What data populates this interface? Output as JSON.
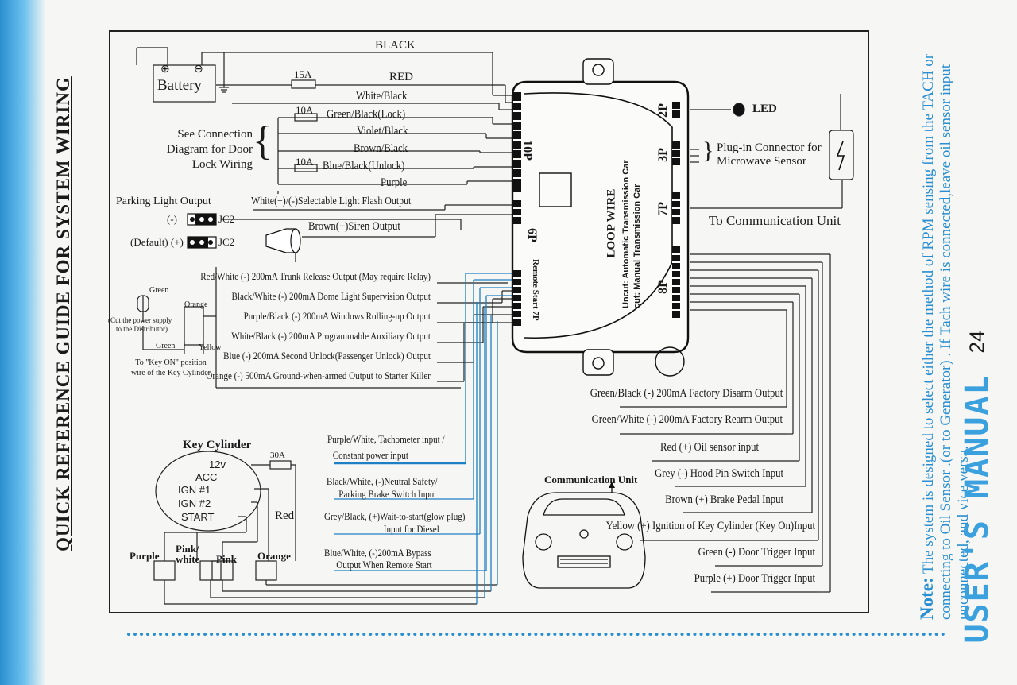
{
  "side_title": "QUICK REFERENCE GUIDE FOR SYSTEM WIRING",
  "battery": {
    "label": "Battery",
    "plus": "⊕",
    "minus": "⊖"
  },
  "top_wires": {
    "black": "BLACK",
    "fuse_15a": "15A",
    "red": "RED",
    "white_black": "White/Black"
  },
  "door_lock": {
    "caption": [
      "See Connection",
      "Diagram for Door",
      "Lock Wiring"
    ],
    "fuse_lock": "10A",
    "fuse_unlock": "10A",
    "wires": [
      "Green/Black(Lock)",
      "Violet/Black",
      "Brown/Black",
      "Blue/Black(Unlock)",
      "Purple"
    ]
  },
  "light_flash": "White(+)/(-)Selectable Light Flash Output",
  "parking": {
    "title": "Parking Light Output",
    "neg": "(-)",
    "def": "(Default) (+)",
    "jc": "JC2"
  },
  "siren": "Brown(+)Siren Output",
  "outputs_7p": [
    "Red/White (-) 200mA Trunk Release Output (May require Relay)",
    "Black/White (-) 200mA Dome Light Supervision Output",
    "Purple/Black (-) 200mA Windows Rolling-up Output",
    "White/Black (-) 200mA Programmable Auxiliary Output",
    "Blue (-) 200mA Second Unlock(Passenger Unlock) Output",
    "Orange (-) 500mA Ground-when-armed Output to Starter Killer"
  ],
  "starter": {
    "green": "Green",
    "green2": "Green",
    "orange": "Orange",
    "yellow": "Yellow",
    "cut_note": [
      "(Cut the power supply",
      "to the Distributor)"
    ],
    "key_on": [
      "To \"Key ON\" position",
      "wire of the Key Cylinder"
    ]
  },
  "module": {
    "loop": "LOOP WIRE",
    "uncut": "Uncut: Automatic Transmission Car",
    "cut": "cut: Manual Transmission Car",
    "p10": "10P",
    "p6": "6P",
    "p7": "Remote Start 7P",
    "p2": "2P",
    "p3": "3P",
    "p7r": "7P",
    "p8": "8P"
  },
  "led": "LED",
  "microwave": [
    "Plug-in Connector for",
    "Microwave Sensor"
  ],
  "comm": "To Communication Unit",
  "inputs_8p": [
    "Green/Black (-) 200mA Factory Disarm Output",
    "Green/White (-) 200mA Factory Rearm Output",
    "Red (+) Oil sensor input",
    "Grey (-) Hood Pin Switch Input",
    "Brown (+) Brake Pedal Input",
    "Yellow (+) Ignition of Key Cylinder (Key On)Input",
    "Green (-) Door Trigger Input",
    "Purple (+) Door Trigger Input"
  ],
  "key_cylinder": {
    "title": "Key Cylinder",
    "fuse": "30A",
    "positions": [
      "12v",
      "ACC",
      "IGN #1",
      "IGN #2",
      "START"
    ],
    "red": "Red",
    "boxes": [
      "Purple",
      "Pink/ white",
      "Pink",
      "Orange"
    ]
  },
  "remote_start": [
    [
      "Purple/White, Tachometer input /",
      "Constant power input"
    ],
    [
      "Black/White, (-)Neutral Safety/",
      "Parking Brake Switch Input"
    ],
    [
      "Grey/Black, (+)Wait-to-start(glow plug)",
      "Input for Diesel"
    ],
    [
      "Blue/White, (-)200mA Bypass",
      "Output When Remote Start"
    ]
  ],
  "comm_unit": "Communication Unit",
  "note": {
    "head": "Note:",
    "text": "The system is designed to select either the method of RPM sensing from the TACH or connecting to Oil Sensor .(or to Generator) . If Tach wire is connected,leave oil sensor input unconnected, and vice versa."
  },
  "page_number": "24",
  "manual": "USER'S MANUAL"
}
